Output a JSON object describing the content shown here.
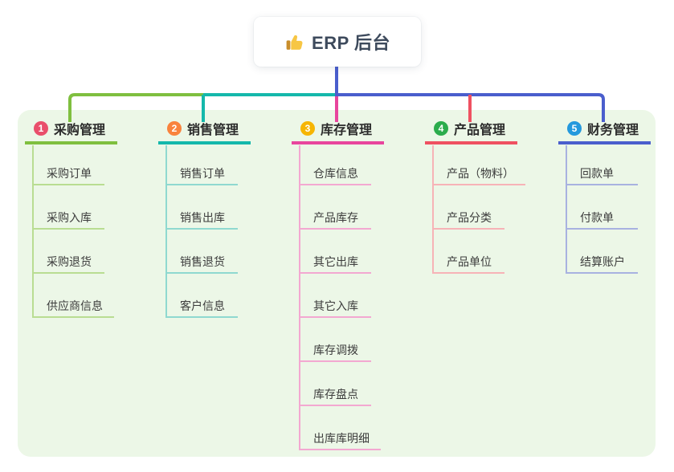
{
  "root": {
    "title": "ERP 后台",
    "icon": "thumbs-up-icon"
  },
  "colors": {
    "page_background": "#ffffff",
    "panel_background": "#ecf7e7",
    "root_stem": "#4a5ecd",
    "root_text": "#3d4a5c",
    "child_text": "#3c3c3c"
  },
  "branches": [
    {
      "number": "1",
      "title": "采购管理",
      "badge_color": "#e94f6b",
      "line_color": "#7fbf3f",
      "child_line_color": "#b9dd92",
      "children": [
        "采购订单",
        "采购入库",
        "采购退货",
        "供应商信息"
      ]
    },
    {
      "number": "2",
      "title": "销售管理",
      "badge_color": "#f9833d",
      "line_color": "#14b8ab",
      "child_line_color": "#8fd9d0",
      "children": [
        "销售订单",
        "销售出库",
        "销售退货",
        "客户信息"
      ]
    },
    {
      "number": "3",
      "title": "库存管理",
      "badge_color": "#f6b502",
      "line_color": "#e8459d",
      "child_line_color": "#f3a8d1",
      "children": [
        "仓库信息",
        "产品库存",
        "其它出库",
        "其它入库",
        "库存调拨",
        "库存盘点",
        "出库库明细"
      ]
    },
    {
      "number": "4",
      "title": "产品管理",
      "badge_color": "#2bac4c",
      "line_color": "#ef5161",
      "child_line_color": "#f7b3b7",
      "children": [
        "产品（物料）",
        "产品分类",
        "产品单位"
      ]
    },
    {
      "number": "5",
      "title": "财务管理",
      "badge_color": "#2499dd",
      "line_color": "#4a5ecd",
      "child_line_color": "#a8b2e0",
      "children": [
        "回款单",
        "付款单",
        "结算账户"
      ]
    }
  ]
}
